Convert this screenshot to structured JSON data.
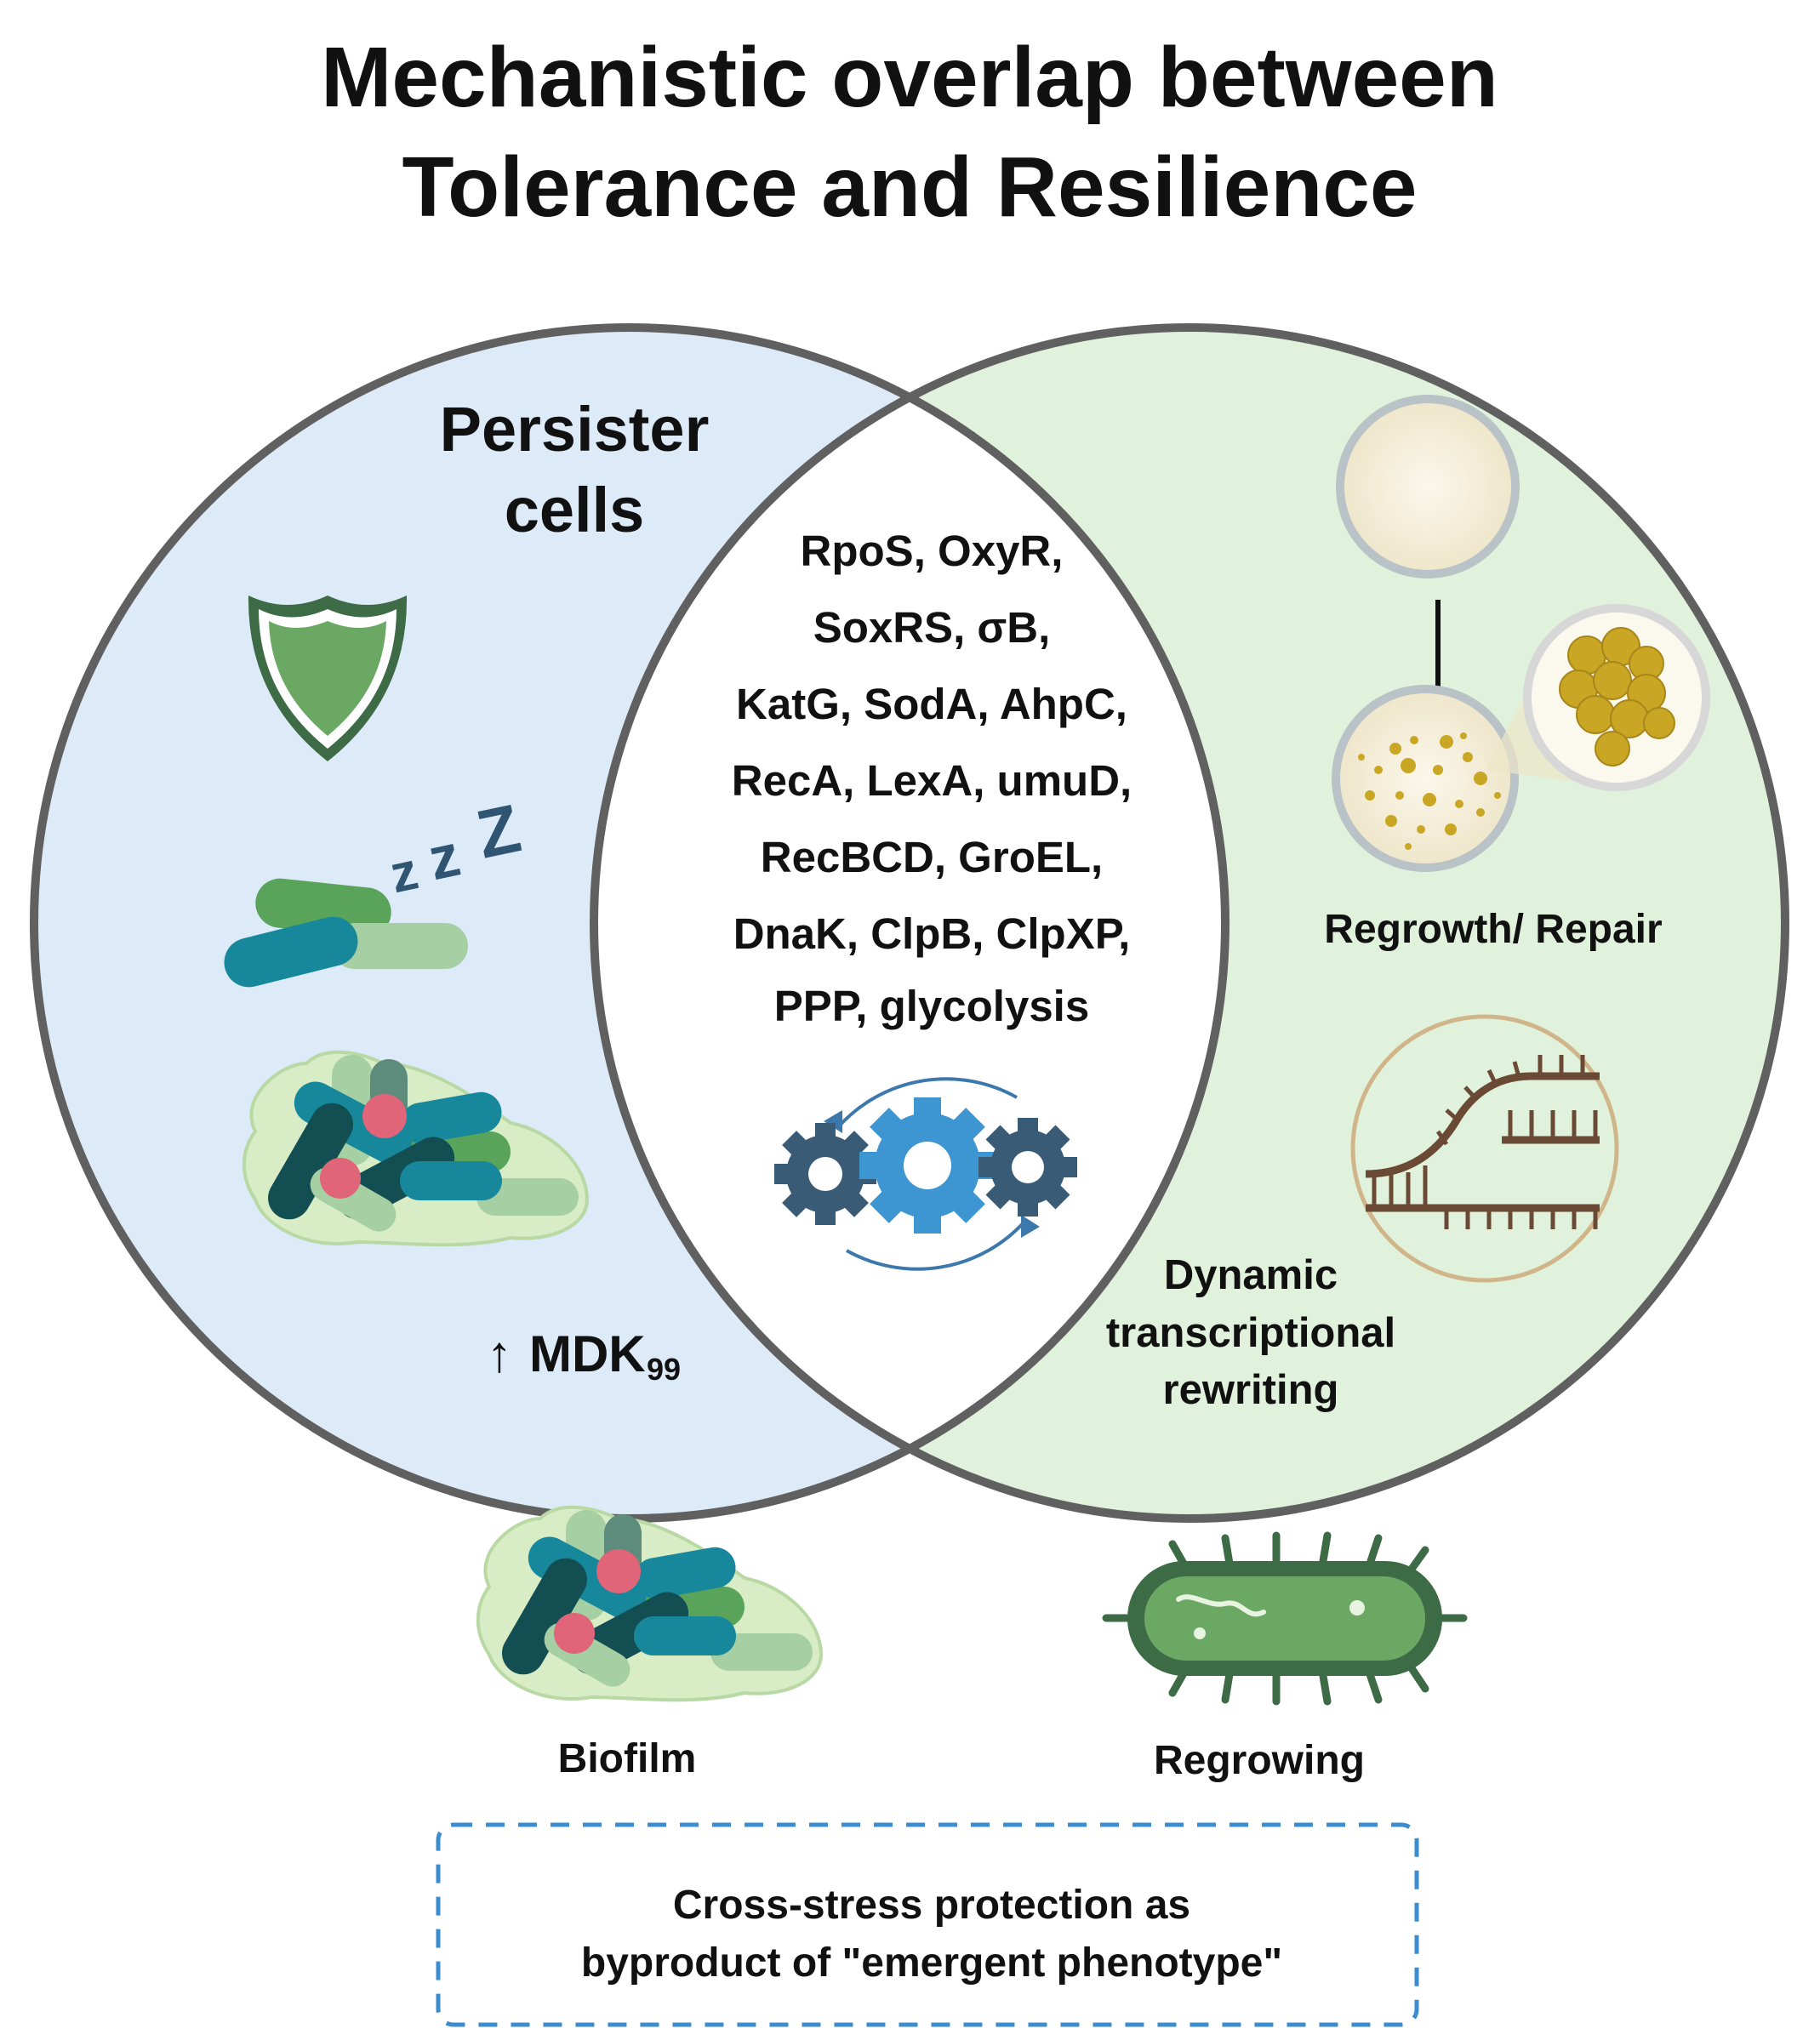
{
  "title": {
    "line1": "Mechanistic overlap between",
    "line2": "Tolerance and Resilience"
  },
  "left_circle": {
    "label_line1": "Persister",
    "label_line2": "cells",
    "sleep_letters": [
      "z",
      "z",
      "Z"
    ],
    "mdk_arrow": "↑",
    "mdk_text": "MDK",
    "mdk_subscript": "99",
    "fill_color": "#ddeaf8"
  },
  "right_circle": {
    "regrowth_label": "Regrowth/ Repair",
    "transcription_line1": "Dynamic",
    "transcription_line2": "transcriptional",
    "transcription_line3": "rewriting",
    "fill_color": "#e0f2dc"
  },
  "overlap": {
    "genes": [
      "RpoS, OxyR,",
      "SoxRS, σB,",
      "KatG, SodA, AhpC,",
      "RecA, LexA, umuD,",
      "RecBCD, GroEL,",
      "DnaK, ClpB, ClpXP,",
      "PPP, glycolysis"
    ]
  },
  "bottom": {
    "biofilm_label": "Biofilm",
    "regrowing_label": "Regrowing",
    "note_line1": "Cross-stress protection as",
    "note_line2": "byproduct of \"emergent phenotype\""
  },
  "colors": {
    "circle_stroke": "#606060",
    "shield": "#6ba864",
    "shield_dark": "#3d6b45",
    "teal": "#17889c",
    "green": "#5aa35a",
    "dark_teal": "#124e52",
    "pink": "#e06578",
    "gear_dark": "#3a5b76",
    "gear_light": "#3d95d1",
    "plate_gold": "#c9a623",
    "dna": "#6b4a35",
    "dashed_box": "#3c8cd0"
  },
  "icons": [
    "shield-icon",
    "sleeping-bacteria-icon",
    "biofilm-icon",
    "petri-dish-icon",
    "colony-zoom-icon",
    "gears-icon",
    "dna-transcription-icon",
    "bacterium-icon"
  ]
}
